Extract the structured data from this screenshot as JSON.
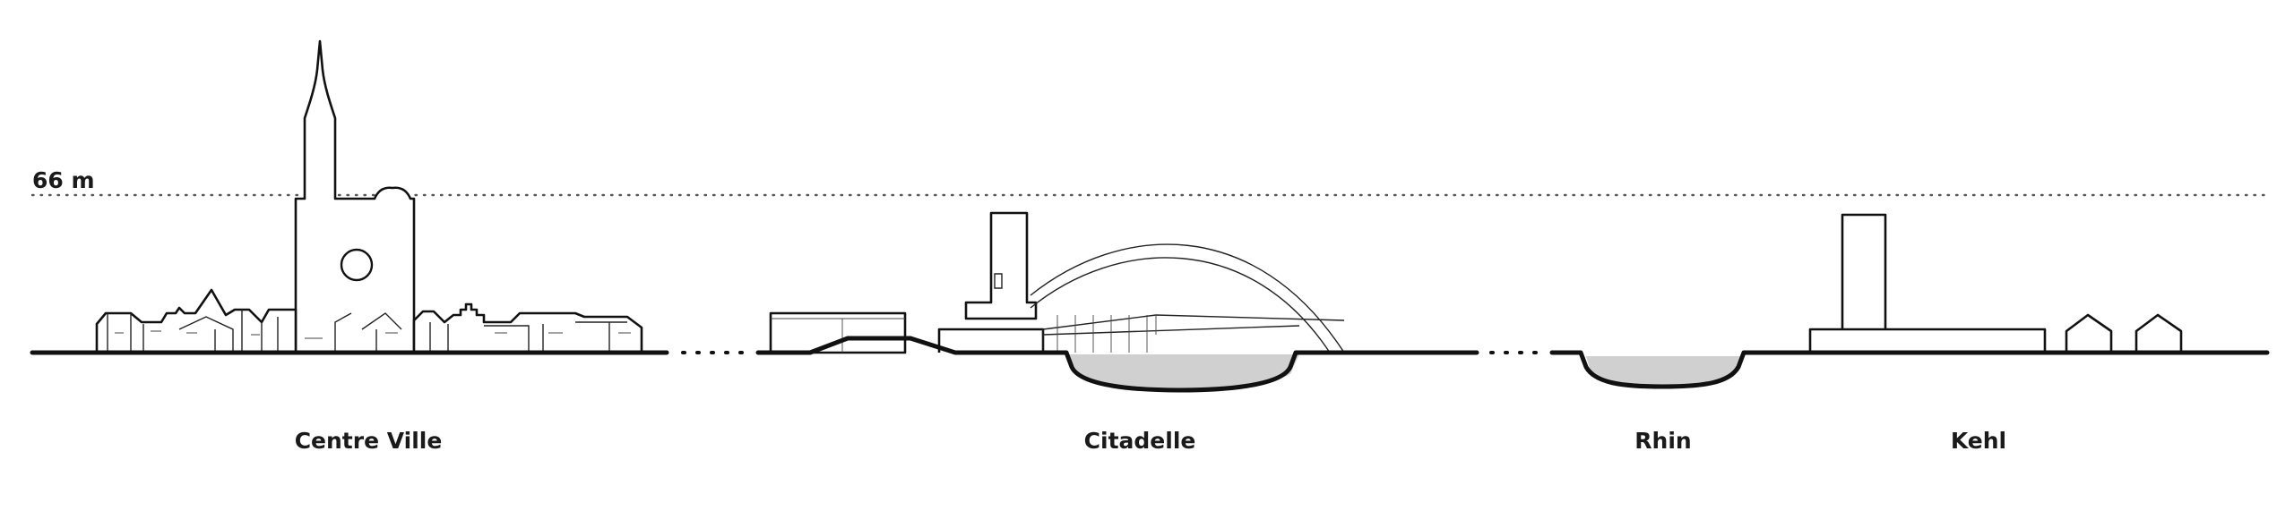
{
  "height_marker": {
    "label": "66 m"
  },
  "sections": [
    {
      "id": "centre-ville",
      "label": "Centre Ville"
    },
    {
      "id": "citadelle",
      "label": "Citadelle"
    },
    {
      "id": "rhin",
      "label": "Rhin"
    },
    {
      "id": "kehl",
      "label": "Kehl"
    }
  ],
  "colors": {
    "line": "#111111",
    "water": "#d0d0d0",
    "background": "#ffffff"
  }
}
